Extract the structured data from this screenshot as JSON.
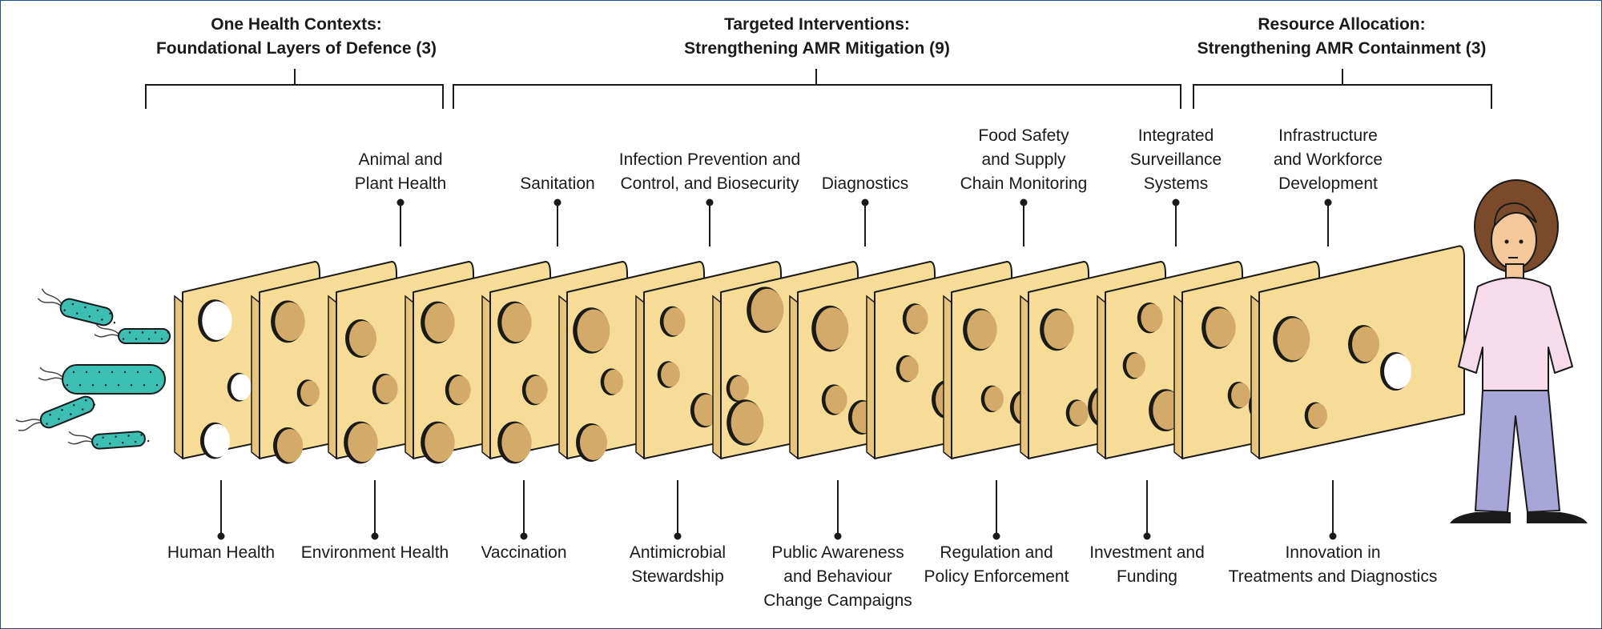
{
  "groups": [
    {
      "line1": "One Health Contexts:",
      "line2": "Foundational Layers of Defence (3)"
    },
    {
      "line1": "Targeted Interventions:",
      "line2": "Strengthening AMR Mitigation (9)"
    },
    {
      "line1": "Resource Allocation:",
      "line2": "Strengthening AMR Containment (3)"
    }
  ],
  "layers": [
    {
      "lines": [
        "Human Health"
      ],
      "position": "below"
    },
    {
      "lines": [
        "Animal and",
        "Plant Health"
      ],
      "position": "above"
    },
    {
      "lines": [
        "Environment Health"
      ],
      "position": "below"
    },
    {
      "lines": [
        "Sanitation"
      ],
      "position": "above"
    },
    {
      "lines": [
        "Vaccination"
      ],
      "position": "below"
    },
    {
      "lines": [
        "Infection Prevention and",
        "Control, and Biosecurity"
      ],
      "position": "above"
    },
    {
      "lines": [
        "Antimicrobial",
        "Stewardship"
      ],
      "position": "below"
    },
    {
      "lines": [
        "Diagnostics"
      ],
      "position": "above"
    },
    {
      "lines": [
        "Public Awareness",
        "and Behaviour",
        "Change Campaigns"
      ],
      "position": "below"
    },
    {
      "lines": [
        "Food Safety",
        "and Supply",
        "Chain Monitoring"
      ],
      "position": "above"
    },
    {
      "lines": [
        "Regulation and",
        "Policy Enforcement"
      ],
      "position": "below"
    },
    {
      "lines": [
        "Integrated",
        "Surveillance",
        "Systems"
      ],
      "position": "above"
    },
    {
      "lines": [
        "Investment and",
        "Funding"
      ],
      "position": "below"
    },
    {
      "lines": [
        "Infrastructure",
        "and Workforce",
        "Development"
      ],
      "position": "above"
    },
    {
      "lines": [
        "Innovation in",
        "Treatments and Diagnostics"
      ],
      "position": "below"
    }
  ],
  "colors": {
    "cheese": "#f6dc97",
    "cheese_edge": "#e6c478",
    "hole": "#d4aa68",
    "bacteria": "#3bbfb3",
    "person_shirt": "#f6dbea",
    "person_pants": "#a8a6d8",
    "person_hair": "#7a4a2a",
    "skin": "#f4c89a",
    "frame": "#1f4f8f"
  },
  "icons": [
    "bacteria-icon",
    "person-icon"
  ]
}
